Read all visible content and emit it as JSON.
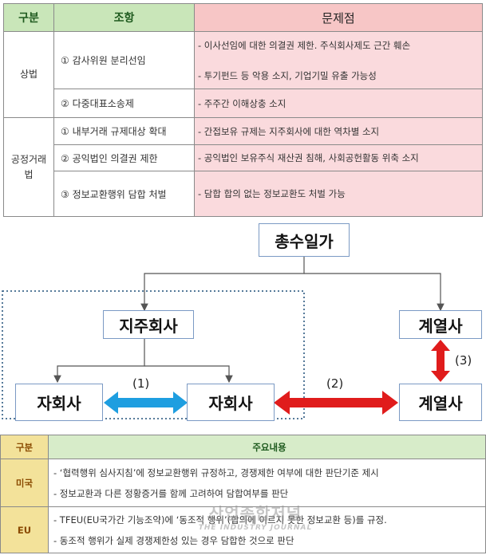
{
  "top_table": {
    "headers": [
      "구분",
      "조항",
      "문제점"
    ],
    "groups": [
      {
        "category": "상법",
        "rows": [
          {
            "article": "① 감사위원 분리선임",
            "problems": [
              "- 이사선임에 대한 의결권 제한. 주식회사제도 근간 훼손",
              "- 투기펀드 등 악용 소지, 기업기밀 유출 가능성"
            ]
          },
          {
            "article": "② 다중대표소송제",
            "problems": [
              "- 주주간 이해상충 소지"
            ]
          }
        ]
      },
      {
        "category": "공정거래법",
        "rows": [
          {
            "article": "① 내부거래 규제대상 확대",
            "problems": [
              "- 간접보유 규제는 지주회사에 대한 역차별 소지"
            ]
          },
          {
            "article": "② 공익법인 의결권 제한",
            "problems": [
              "- 공익법인 보유주식 재산권 침해, 사회공헌활동 위축 소지"
            ]
          },
          {
            "article": "③ 정보교환행위 담합 처벌",
            "problems": [
              "- 담합 합의 없는 정보교환도 처벌 가능"
            ]
          }
        ]
      }
    ]
  },
  "diagram": {
    "top": "총수일가",
    "holding": "지주회사",
    "sub_left": "자회사",
    "sub_right": "자회사",
    "affiliate_top": "계열사",
    "affiliate_bottom": "계열사",
    "label_1": "(1)",
    "label_2": "(2)",
    "label_3": "(3)",
    "colors": {
      "blue_arrow": "#1e9ee0",
      "red_arrow": "#e01c1c",
      "box_border": "#7b9ac4",
      "dotted_border": "#1f4e79"
    }
  },
  "bottom_table": {
    "header_category": "구분",
    "header_content": "주요내용",
    "rows": [
      {
        "category": "미국",
        "lines": [
          "- ‘협력행위 심사지침’에 정보교환행위 규정하고, 경쟁제한 여부에 대한 판단기준 제시",
          "- 정보교환과 다른 정황증거를 함께 고려하여 담합여부를 판단"
        ]
      },
      {
        "category": "EU",
        "lines": [
          "- TFEU(EU국가간 기능조약)에 ‘동조적 행위’(합의에 이르지 못한 정보교환 등)를 규정.",
          "- 동조적 행위가 실제 경쟁제한성 있는 경우 담합한 것으로 판단"
        ]
      }
    ]
  },
  "watermark": {
    "line1": "산업종합저널",
    "line2": "THE INDUSTRY JOURNAL"
  }
}
